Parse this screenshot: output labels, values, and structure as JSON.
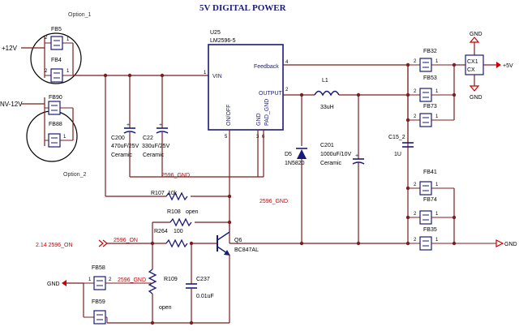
{
  "title": "5V DIGITAL POWER",
  "options": {
    "option1": "Option_1",
    "option2": "Option_2"
  },
  "power_inputs": {
    "plus12": "+12V",
    "nv12": "NV-12V"
  },
  "ic": {
    "ref": "U25",
    "part": "LM2596-5",
    "pin_vin": "VIN",
    "pin_feedback": "Feedback",
    "pin_output": "OUTPUT",
    "pin_onoff": "ON/OFF",
    "pin_gnd": "GND",
    "pin_pad": "PAD_GND",
    "pin1": "1",
    "pin2": "2",
    "pin3": "3",
    "pin4": "4",
    "pin5": "5",
    "pin6": "6"
  },
  "ferrites": {
    "fb5": "FB5",
    "fb4": "FB4",
    "fb90": "FB90",
    "fb88": "FB88",
    "fb32": "FB32",
    "fb53": "FB53",
    "fb73": "FB73",
    "fb41": "FB41",
    "fb74": "FB74",
    "fb35": "FB35",
    "fb58": "FB58",
    "fb59": "FB59"
  },
  "pin_numbers": {
    "one": "1",
    "two": "2"
  },
  "components": {
    "c200": {
      "ref": "C200",
      "value": "470uF/25V",
      "type": "Ceramic"
    },
    "c22": {
      "ref": "C22",
      "value": "330uF/25V",
      "type": "Ceramic"
    },
    "l1": {
      "ref": "L1",
      "value": "33uH"
    },
    "d5": {
      "ref": "D5",
      "value": "1N5820"
    },
    "c201": {
      "ref": "C201",
      "value": "1000uF/10V",
      "type": "Ceramic"
    },
    "c15": {
      "ref": "C15_2",
      "value": "1U"
    },
    "r107": {
      "ref": "R107",
      "value": "10k"
    },
    "r108": {
      "ref": "R108",
      "value": "open"
    },
    "r264": {
      "ref": "R264",
      "value": "100"
    },
    "r109": {
      "ref": "R109",
      "value": "open"
    },
    "c237": {
      "ref": "C237",
      "value": "0.01uF"
    },
    "q6": {
      "ref": "Q6",
      "value": "BC847AL"
    },
    "cx1": {
      "ref": "CX1",
      "value": "CX"
    }
  },
  "nets": {
    "gnd_2596": "2596_GND",
    "on_2596": "2596_ON",
    "on_sheet": "2.14  2596_ON",
    "gnd": "GND",
    "plus5": "+5V"
  },
  "colors": {
    "wire": "#7a1f1f",
    "component": "#1a1a7a",
    "net_label": "#cc0000",
    "circle": "#000000",
    "dot": "#7a1f1f"
  }
}
